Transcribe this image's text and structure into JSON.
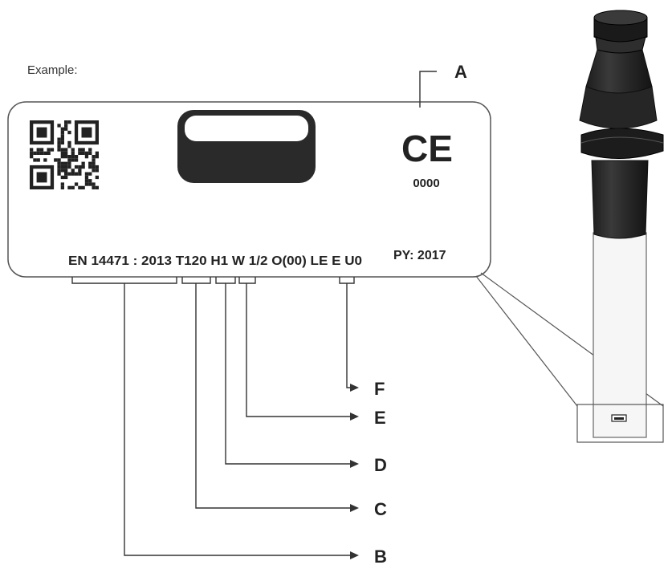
{
  "example_label": "Example:",
  "plate": {
    "ce_mark": "CE",
    "notified_body": "0000",
    "designation": "EN 14471 : 2013 T120 H1 W 1/2 O(00) LE E U0",
    "production_year": "PY: 2017"
  },
  "callouts": {
    "a": "A",
    "b": "B",
    "c": "C",
    "d": "D",
    "e": "E",
    "f": "F"
  },
  "colors": {
    "line": "#333333",
    "pipe_dark": "#2b2b2b",
    "pipe_light": "#f4f4f4",
    "text": "#222222"
  }
}
